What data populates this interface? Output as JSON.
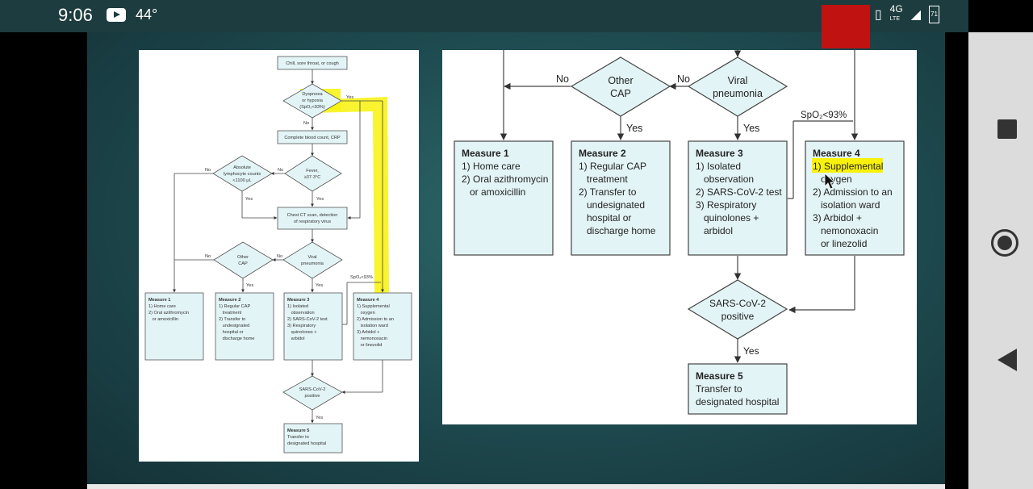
{
  "status_bar": {
    "time": "9:06",
    "temperature": "44°",
    "network": "4G",
    "network_sub": "LTE",
    "battery": "71"
  },
  "flowchart": {
    "start": "Chill, sore throat, or cough",
    "dyspnea": [
      "Dyspnoea",
      "or hypoxia",
      "(SpO₂<93%)"
    ],
    "cbc": "Complete blood count, CRP",
    "fever": [
      "Fever,",
      "≥37·3°C"
    ],
    "lymph": [
      "Absolute",
      "lymphocyte counts",
      "<1100 μL"
    ],
    "ct": [
      "Chest CT scan, detection",
      "of respiratory virus"
    ],
    "viral": [
      "Viral",
      "pneumonia"
    ],
    "other_cap": [
      "Other",
      "CAP"
    ],
    "yes": "Yes",
    "no": "No",
    "spo2": "SpO₂<93%",
    "measure1": {
      "title": "Measure 1",
      "lines": [
        "1) Home care",
        "2) Oral azithromycin",
        "   or amoxicillin"
      ]
    },
    "measure2": {
      "title": "Measure 2",
      "lines": [
        "1) Regular CAP",
        "   treatment",
        "2) Transfer to",
        "   undesignated",
        "   hospital or",
        "   discharge home"
      ]
    },
    "measure3": {
      "title": "Measure 3",
      "lines": [
        "1) Isolated",
        "   observation",
        "2) SARS-CoV-2 test",
        "3) Respiratory",
        "   quinolones +",
        "   arbidol"
      ]
    },
    "measure4": {
      "title": "Measure 4",
      "lines": [
        "1) Supplemental",
        "   oxygen",
        "2) Admission to an",
        "   isolation ward",
        "3) Arbidol +",
        "   nemonoxacin",
        "   or linezolid"
      ]
    },
    "sars": [
      "SARS-CoV-2",
      "positive"
    ],
    "measure5": {
      "title": "Measure 5",
      "lines": [
        "Transfer to",
        "designated hospital"
      ]
    }
  },
  "colors": {
    "box_fill": "#e3f4f6",
    "highlight": "#f8f20a",
    "recording": "#c11212"
  }
}
